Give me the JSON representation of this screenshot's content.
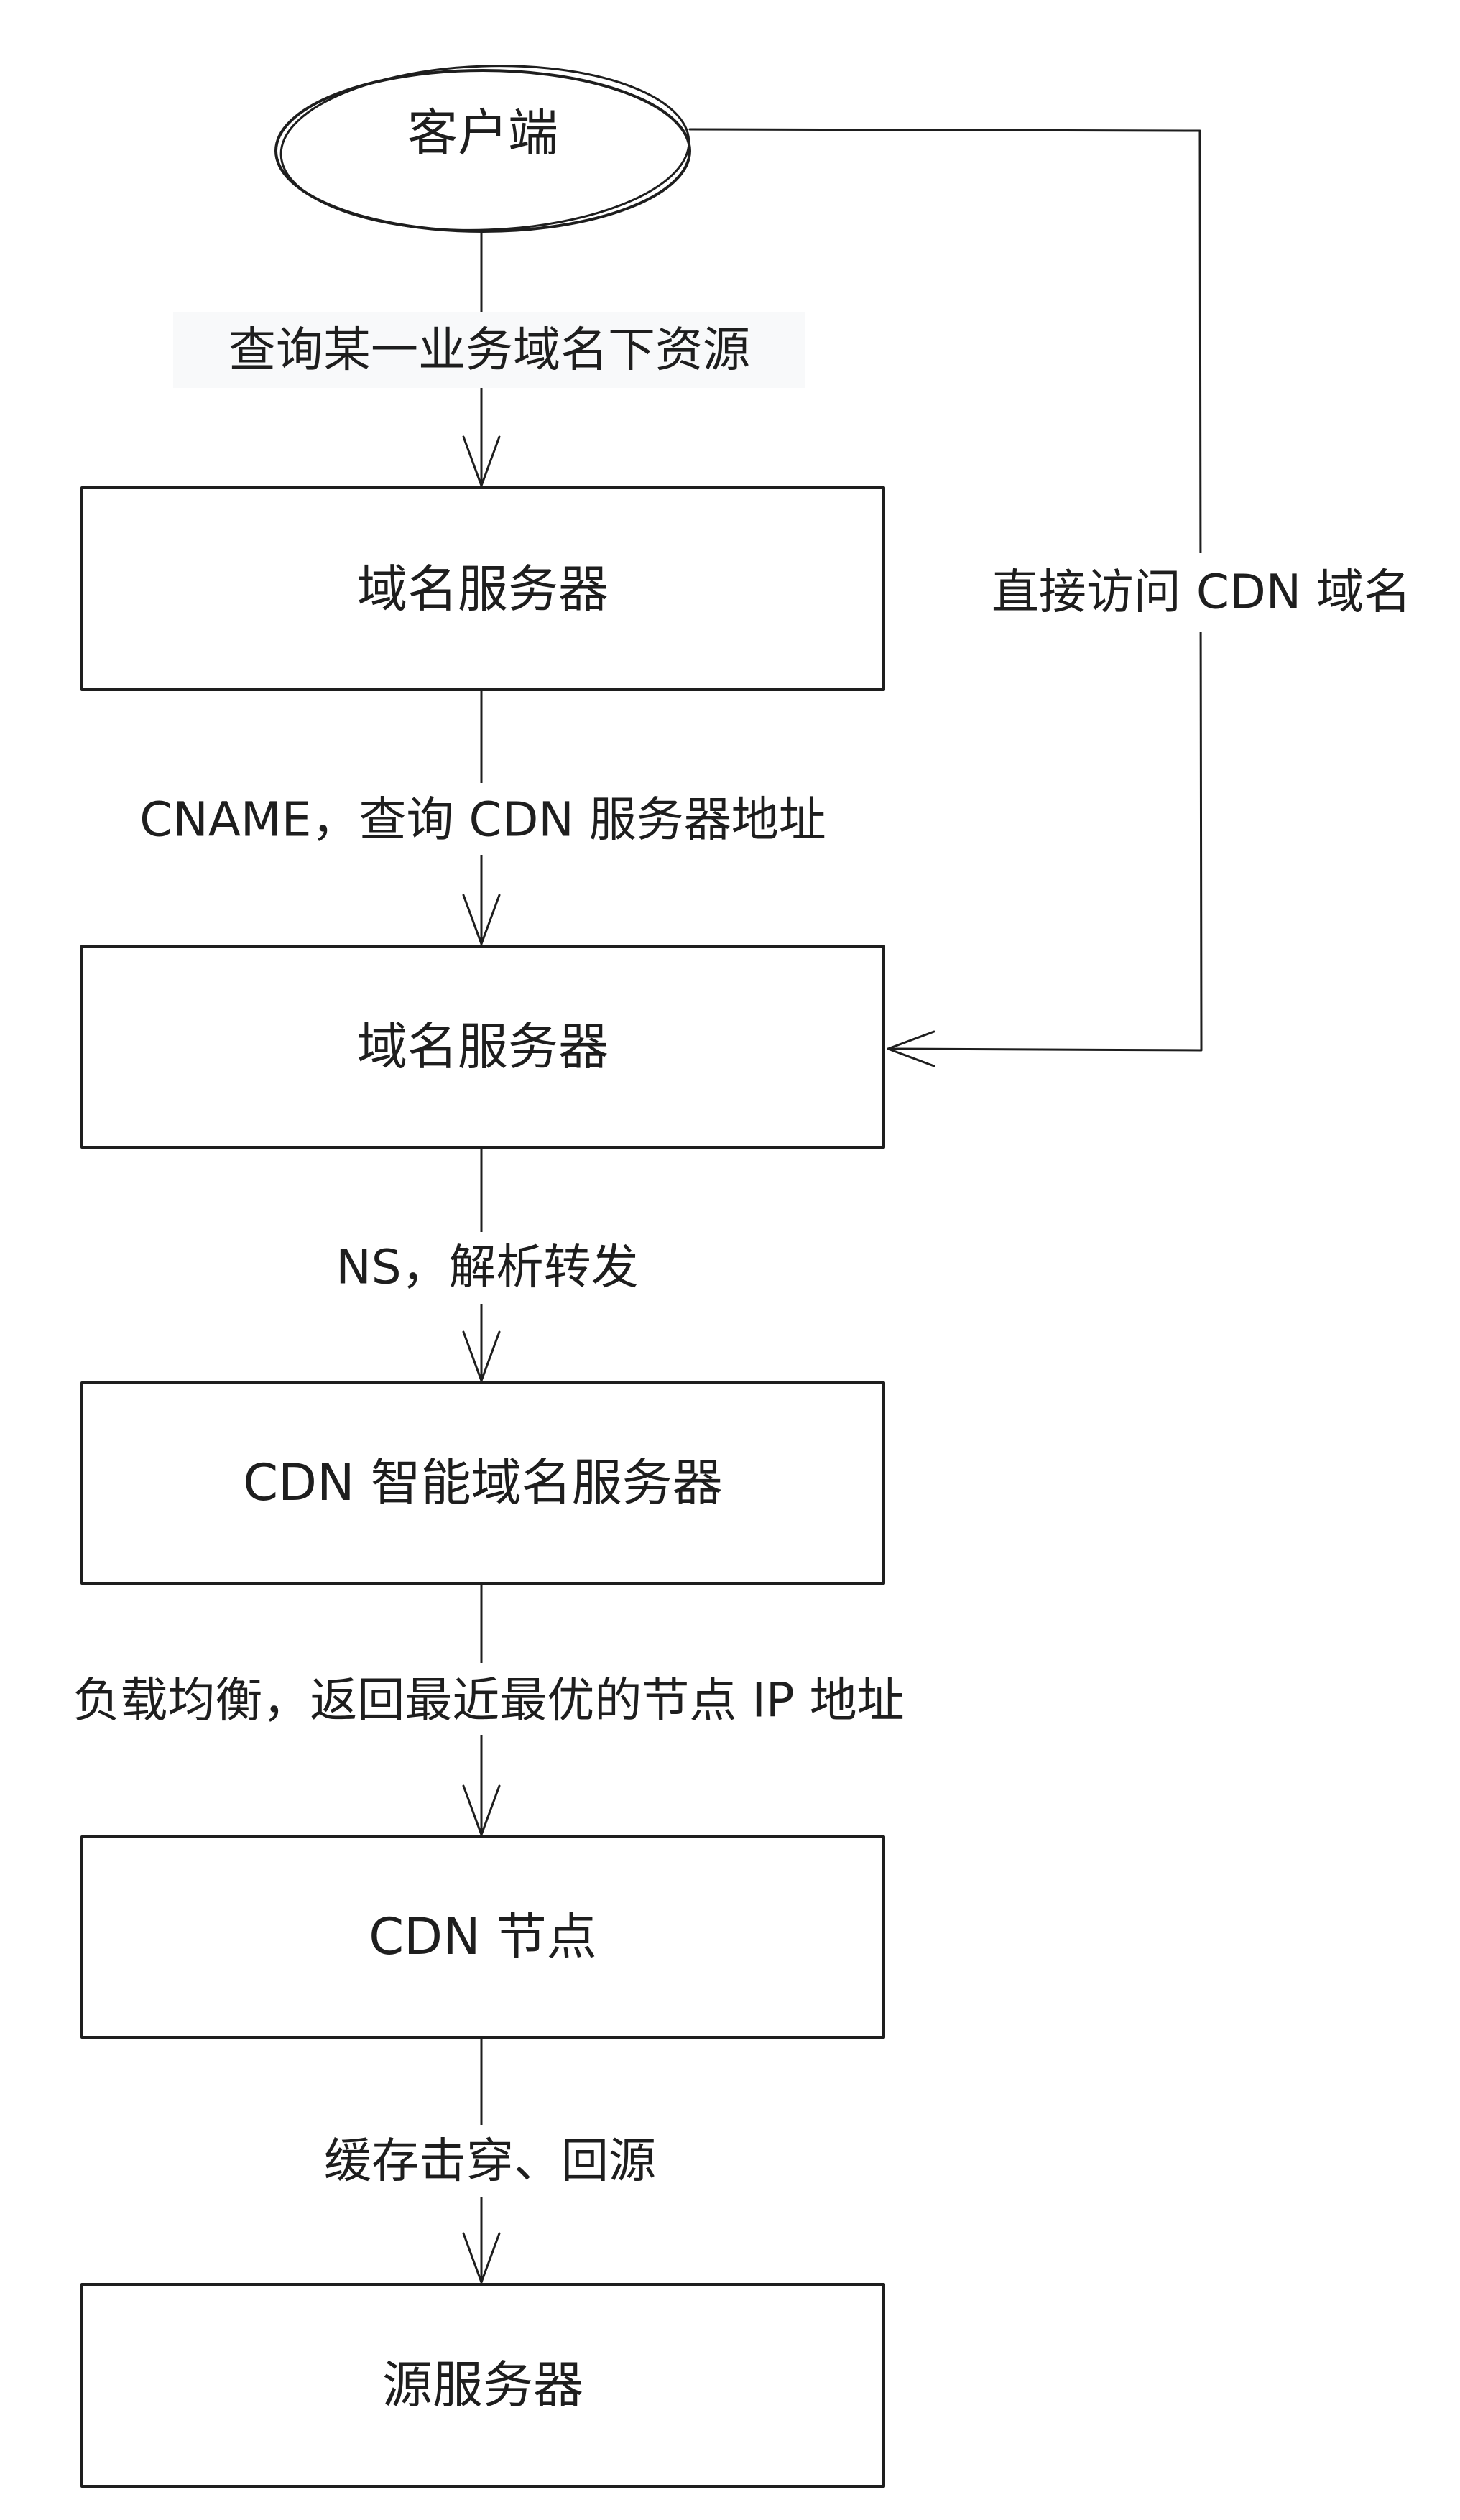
{
  "nodes": {
    "client": "客户端",
    "dns1": "域名服务器",
    "dns2": "域名服务器",
    "cdn_dns": "CDN 智能域名服务器",
    "cdn_node": "CDN 节点",
    "origin": "源服务器"
  },
  "edges": {
    "client_to_dns1": "查询某一业务域名下资源",
    "dns1_to_dns2": "CNAME，查询 CDN 服务器地址",
    "dns2_to_cdn_dns": "NS，解析转发",
    "cdn_dns_to_node": "负载均衡，返回最近最优的节点 IP 地址",
    "node_to_origin": "缓存击穿、回源",
    "client_to_dns2": "直接访问 CDN 域名"
  },
  "colors": {
    "stroke": "#1e1e1e",
    "label_highlight": "#f8f9fa"
  }
}
